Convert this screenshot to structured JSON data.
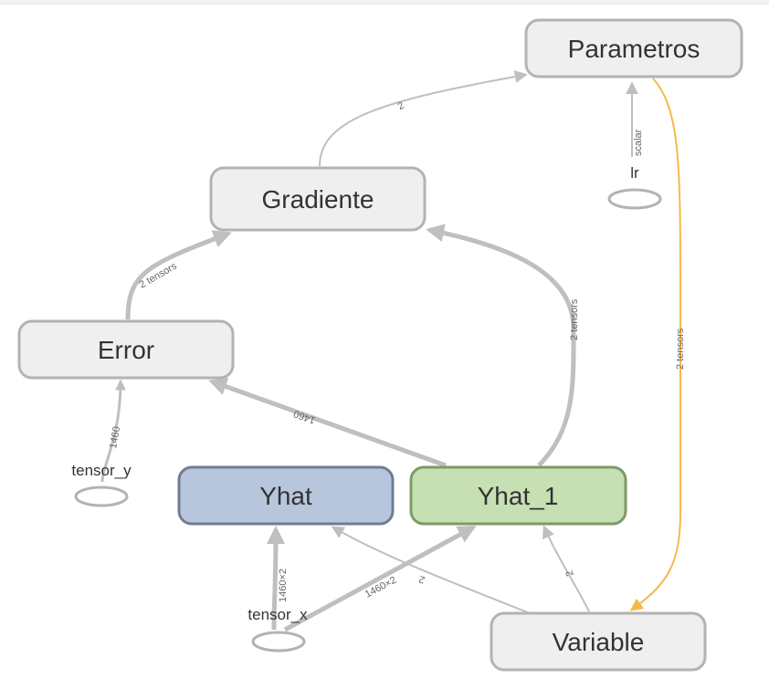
{
  "graph": {
    "nodes": {
      "parametros": "Parametros",
      "gradiente": "Gradiente",
      "error": "Error",
      "yhat": "Yhat",
      "yhat_1": "Yhat_1",
      "variable": "Variable"
    },
    "constants": {
      "lr": "lr",
      "tensor_y": "tensor_y",
      "tensor_x": "tensor_x"
    },
    "edges": {
      "gradiente_to_parametros": "2",
      "lr_to_parametros": "scalar",
      "error_to_gradiente": "2 tensors",
      "yhat1_to_gradiente": "2 tensors",
      "parametros_to_variable": "2 tensors",
      "yhat1_to_error": "1460",
      "tensor_y_to_error": "1460",
      "tensor_x_to_yhat": "1460×2",
      "tensor_x_to_yhat1": "1460×2",
      "variable_to_yhat": "2",
      "variable_to_yhat1": "2"
    }
  },
  "colors": {
    "node_fill": "#efefef",
    "node_stroke": "#b3b3b3",
    "yhat_fill": "#b8c6dd",
    "yhat_stroke": "#707d92",
    "yhat1_fill": "#c6e0b3",
    "yhat1_stroke": "#7e9a67",
    "edge": "#bfbfbf",
    "highlight_edge": "#f7b84a"
  }
}
